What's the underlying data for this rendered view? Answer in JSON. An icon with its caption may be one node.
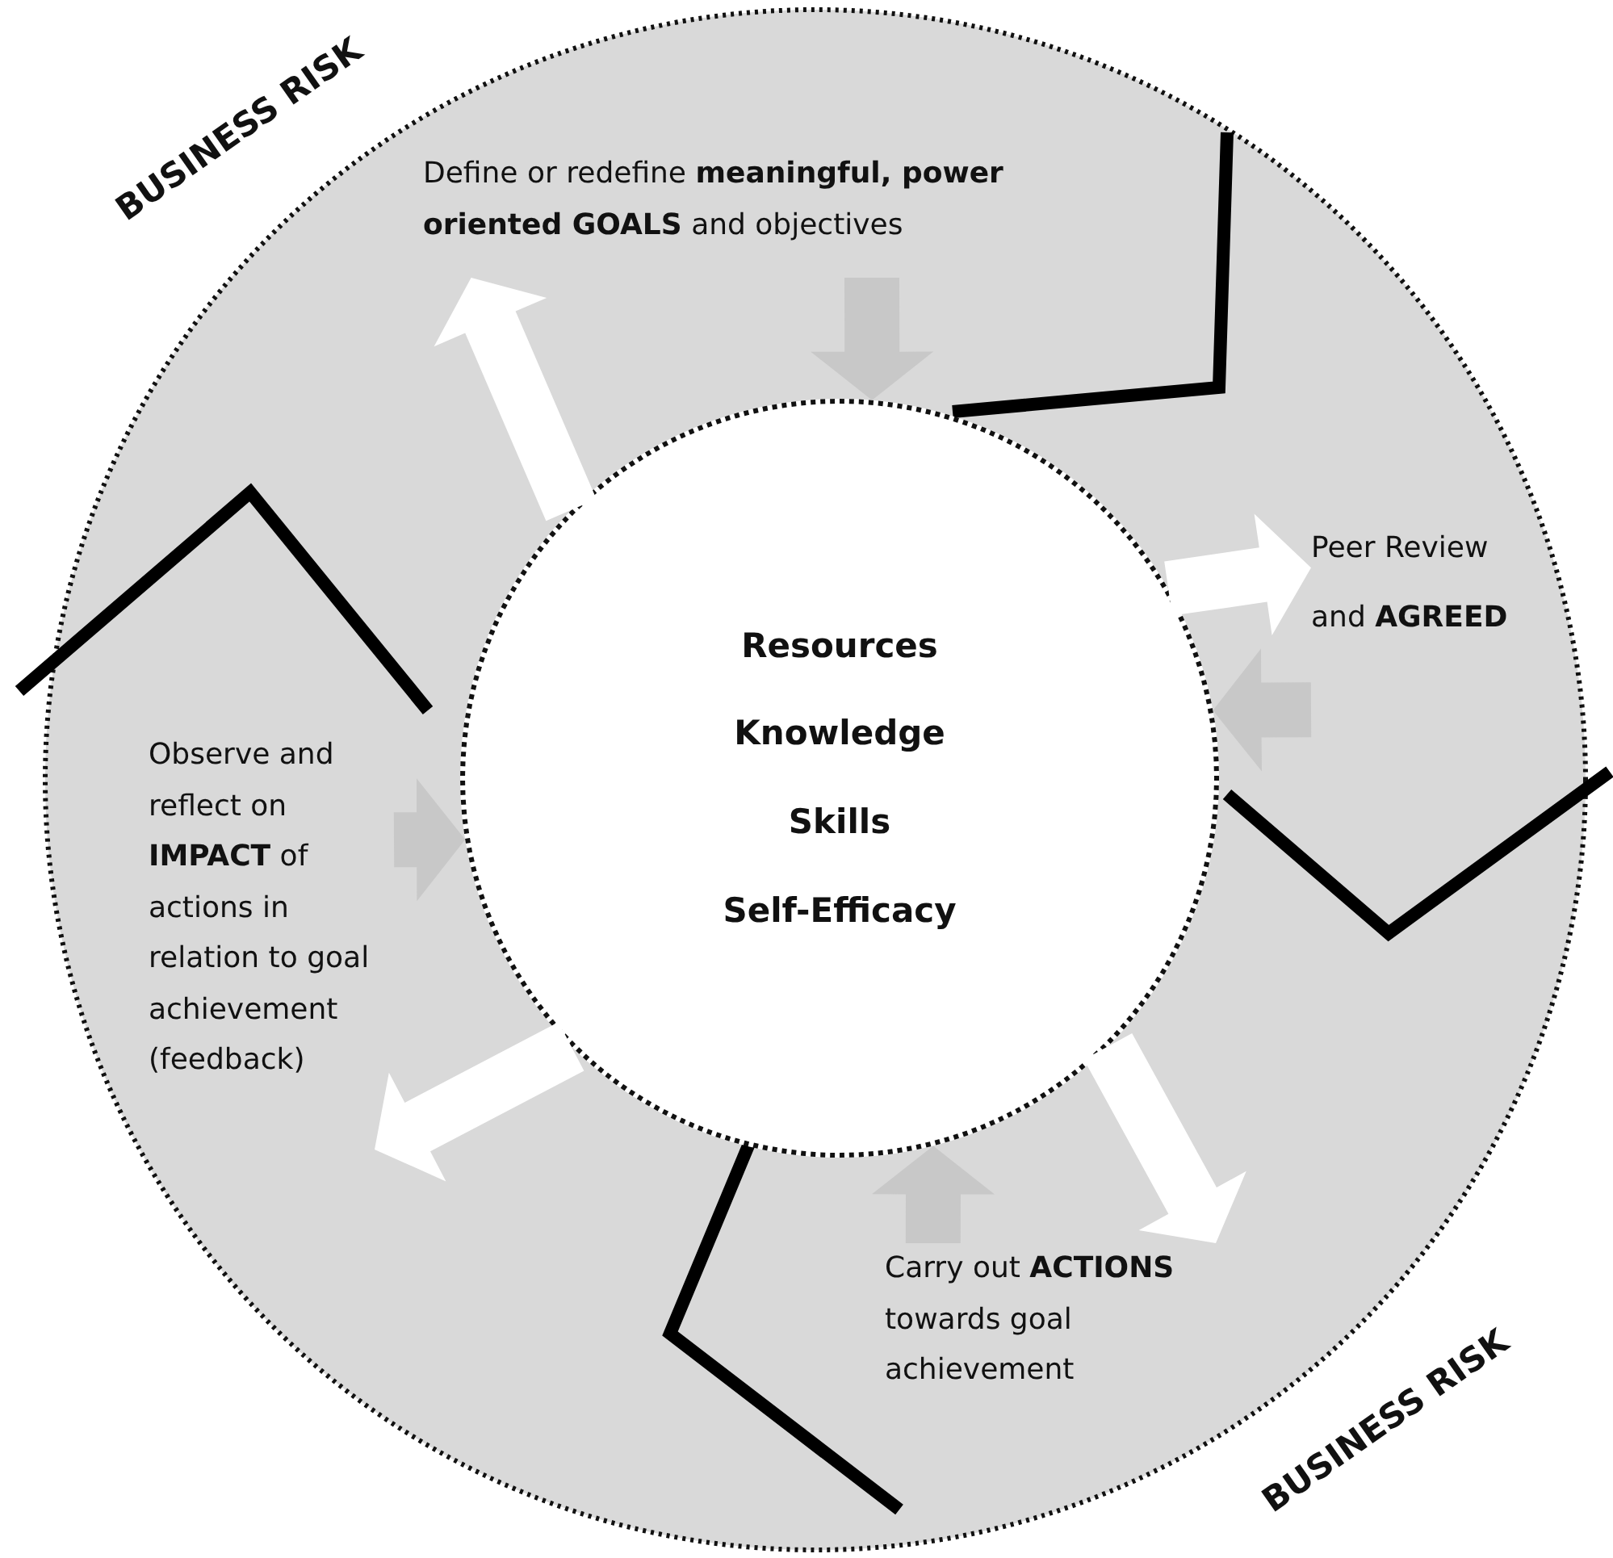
{
  "diagram": {
    "nodes": [
      {
        "text": [
          "Define or redefine **meaningful, power oriented GOALS** and objectives"
        ]
      },
      {
        "text": [
          "Peer Review and **AGREED**"
        ]
      },
      {
        "text": [
          "Carry out **ACTIONS** towards goal achievement"
        ]
      },
      {
        "text": [
          "Observe and reflect on **IMPACT** of actions in relation to goal achievement (feedback)"
        ]
      },
      {
        "text": [
          "Resources",
          "Knowledge",
          "Skills",
          "Self-Efficacy"
        ]
      }
    ],
    "edges": [
      {
        "from": 0,
        "to": 4,
        "arrow": "to",
        "color": "#c8c8c8"
      },
      {
        "from": 4,
        "to": 1,
        "arrow": "to",
        "color": "#ffffff"
      },
      {
        "from": 1,
        "to": 4,
        "arrow": "to",
        "color": "#c8c8c8"
      },
      {
        "from": 4,
        "to": 2,
        "arrow": "to",
        "color": "#ffffff"
      },
      {
        "from": 2,
        "to": 4,
        "arrow": "to",
        "color": "#c8c8c8"
      },
      {
        "from": 4,
        "to": 3,
        "arrow": "to",
        "color": "#ffffff"
      },
      {
        "from": 3,
        "to": 4,
        "arrow": "to",
        "color": "#c8c8c8"
      },
      {
        "from": 4,
        "to": 0,
        "arrow": "to",
        "color": "#ffffff"
      }
    ],
    "labels": [
      "BUSINESS RISK",
      "BUSINESS RISK"
    ]
  }
}
